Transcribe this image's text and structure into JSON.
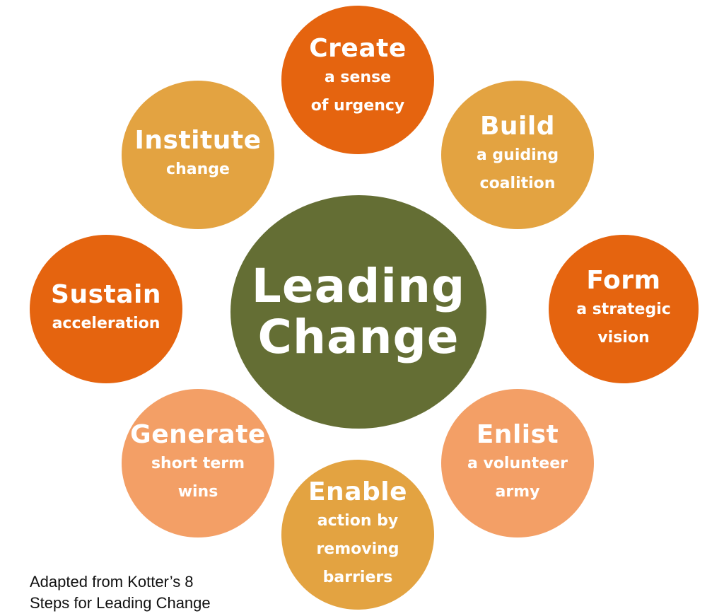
{
  "colors": {
    "dark_orange": "#e5640f",
    "gold": "#e3a341",
    "peach": "#f39f66",
    "olive": "#646e34",
    "text": "#ffffff"
  },
  "center": {
    "line1": "Leading",
    "line2": "Change"
  },
  "steps": [
    {
      "id": "create",
      "title": "Create",
      "sub1": "a sense",
      "sub2": "of urgency",
      "color": "dark_orange"
    },
    {
      "id": "build",
      "title": "Build",
      "sub1": "a guiding",
      "sub2": "coalition",
      "color": "gold"
    },
    {
      "id": "form",
      "title": "Form",
      "sub1": "a strategic",
      "sub2": "vision",
      "color": "dark_orange"
    },
    {
      "id": "enlist",
      "title": "Enlist",
      "sub1": "a volunteer",
      "sub2": "army",
      "color": "peach"
    },
    {
      "id": "enable",
      "title": "Enable",
      "sub1": "action by",
      "sub2": "removing",
      "sub3": "barriers",
      "color": "gold"
    },
    {
      "id": "generate",
      "title": "Generate",
      "sub1": "short term",
      "sub2": "wins",
      "color": "peach"
    },
    {
      "id": "sustain",
      "title": "Sustain",
      "sub1": "acceleration",
      "color": "dark_orange"
    },
    {
      "id": "institute",
      "title": "Institute",
      "sub1": "change",
      "color": "gold"
    }
  ],
  "caption": {
    "line1": "Adapted from Kotter’s 8",
    "line2": "Steps for Leading Change"
  }
}
